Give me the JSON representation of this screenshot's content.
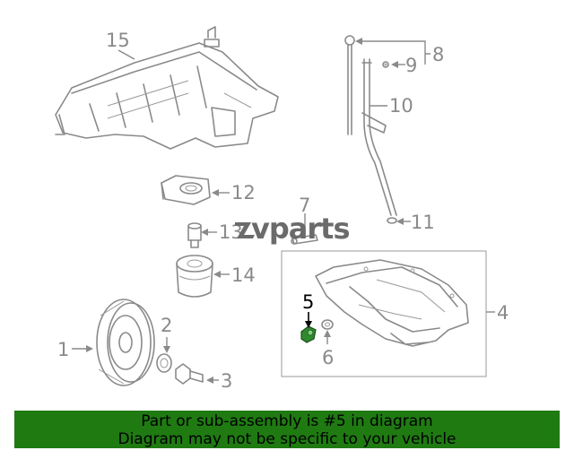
{
  "diagram": {
    "callouts": {
      "c1": "1",
      "c2": "2",
      "c3": "3",
      "c4": "4",
      "c5": "5",
      "c6": "6",
      "c7": "7",
      "c8": "8",
      "c9": "9",
      "c10": "10",
      "c11": "11",
      "c12": "12",
      "c13": "13",
      "c14": "14",
      "c15": "15"
    },
    "watermark": "vparts",
    "highlight_color": "#2f8a2f"
  },
  "banner": {
    "line1": "Part or sub-assembly is #5 in diagram",
    "line2": "Diagram may not be specific to your vehicle",
    "background": "#1f7a12"
  }
}
